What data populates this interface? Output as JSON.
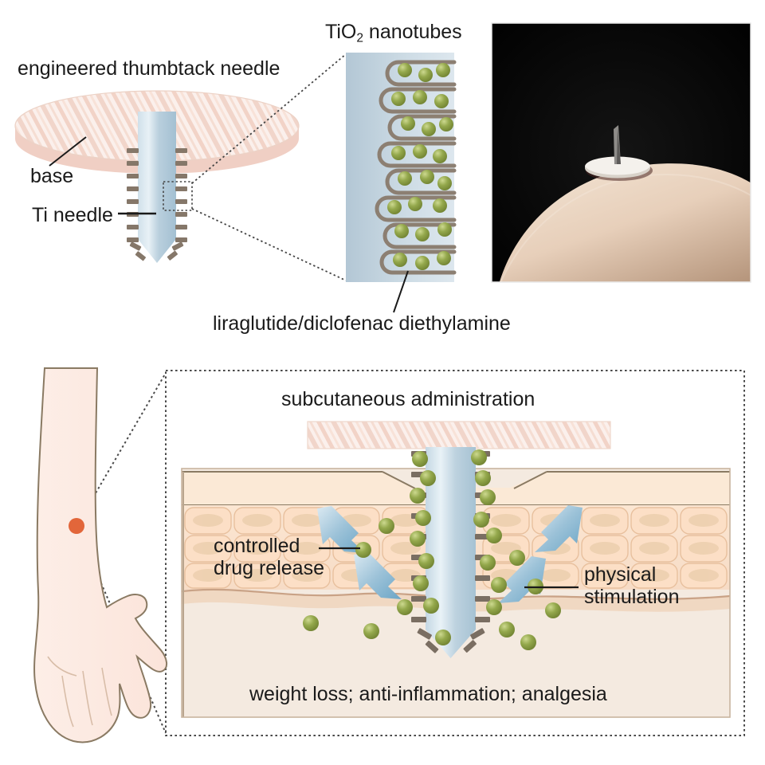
{
  "figure": {
    "title_implicit": "Engineered thumbtack needle for subcutaneous drug delivery",
    "background": "#ffffff"
  },
  "palette": {
    "drug_particle": "#8a9e45",
    "drug_particle_light": "#b6c46f",
    "nanotube_wall": "#8c7f72",
    "needle_blue": "#b9cfdd",
    "needle_blue_dark": "#9dbccd",
    "base_pink": "#f3d9d2",
    "skin_outline": "#8a7a63",
    "epidermis_fill": "#fae3cf",
    "subcutaneous_fill": "#f2e6dc",
    "arrow_blue": "#7fb0cd",
    "acupoint_orange": "#e2663a",
    "dotted_border": "#555555",
    "photo_background": "#050505",
    "tick_mark": "#7a6e62"
  },
  "top_left": {
    "title": "engineered thumbtack needle",
    "base_label": "base",
    "needle_label": "Ti needle"
  },
  "nanotube_panel": {
    "title_prefix": "TiO",
    "title_subscript": "2",
    "title_suffix": " nanotubes",
    "tube_rows": 9,
    "particles_per_row": 3
  },
  "photo_panel": {
    "description": "thumbtack needle placed on skin",
    "background": "#050505"
  },
  "drug_caption": "liraglutide/diclofenac diethylamine",
  "bottom_panel": {
    "heading": "subcutaneous administration",
    "label_left_line1": "controlled",
    "label_left_line2": "drug  release",
    "label_right_line1": "physical",
    "label_right_line2": "stimulation",
    "outcome_caption": "weight loss; anti-inflammation; analgesia"
  },
  "arm_panel": {
    "description": "forearm and hand with acupoint",
    "acupoint_color": "#e2663a"
  }
}
